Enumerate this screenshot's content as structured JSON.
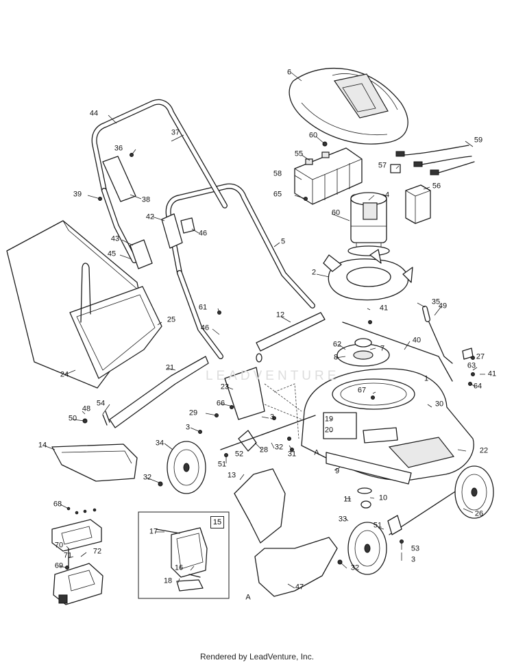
{
  "credit": "Rendered by LeadVenture, Inc.",
  "watermark": "LEADVENTURE",
  "inset_box_label": "15",
  "callouts": [
    "1",
    "2",
    "3",
    "4",
    "5",
    "6",
    "7",
    "8",
    "9",
    "10",
    "11",
    "12",
    "13",
    "14",
    "16",
    "17",
    "18",
    "19",
    "20",
    "21",
    "22",
    "23",
    "24",
    "25",
    "26",
    "27",
    "28",
    "29",
    "30",
    "31",
    "32",
    "33",
    "34",
    "35",
    "36",
    "37",
    "38",
    "39",
    "40",
    "41",
    "42",
    "43",
    "44",
    "45",
    "46",
    "47",
    "48",
    "49",
    "50",
    "51",
    "52",
    "53",
    "54",
    "55",
    "56",
    "57",
    "58",
    "59",
    "60",
    "61",
    "62",
    "63",
    "64",
    "65",
    "66",
    "67",
    "68",
    "69",
    "70",
    "71",
    "72",
    "A"
  ]
}
